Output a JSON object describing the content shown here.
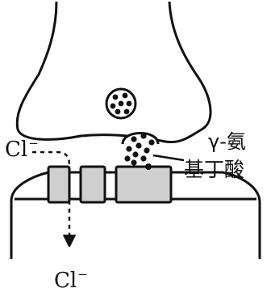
{
  "labels": {
    "gaba_line1": "γ-氨",
    "gaba_line2": "基丁酸",
    "chloride_top_symbol": "Cl",
    "chloride_top_charge": "−",
    "chloride_bottom_symbol": "Cl",
    "chloride_bottom_charge": "−"
  },
  "colors": {
    "outline": "#111111",
    "channel_fill": "#cfcfcf",
    "background": "#ffffff"
  }
}
